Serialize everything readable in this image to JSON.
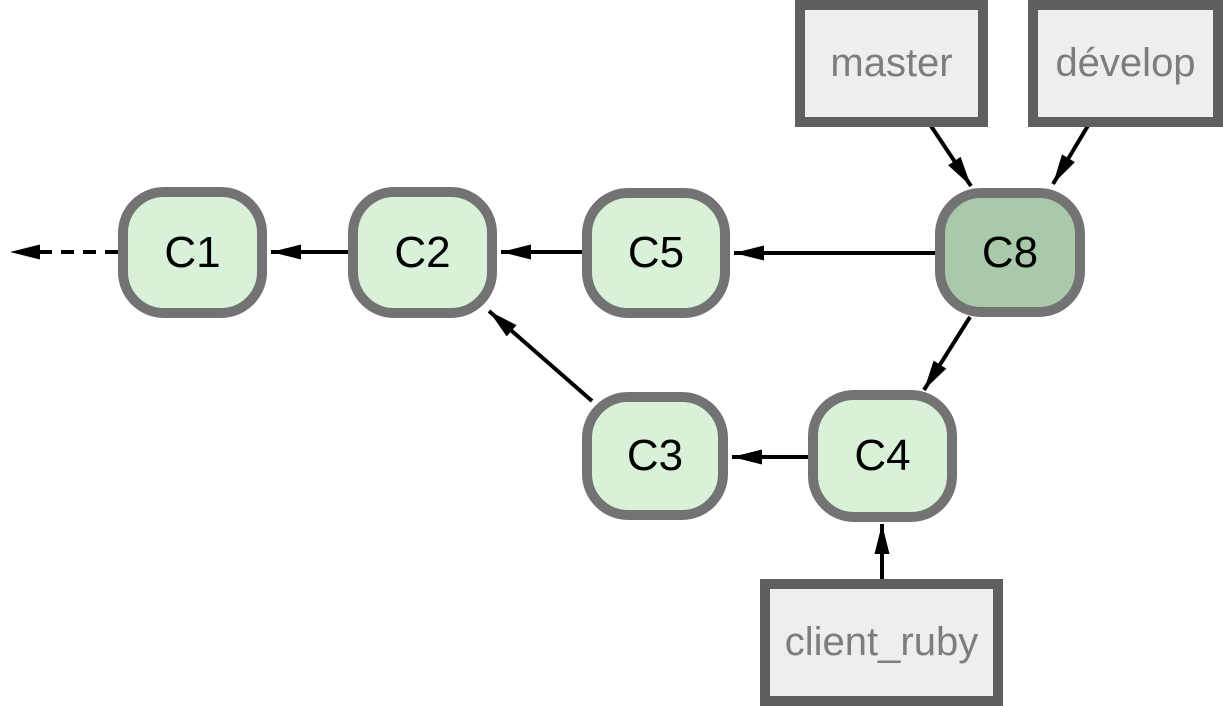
{
  "diagram": {
    "type": "git-commit-graph",
    "background": "#ffffff",
    "colors": {
      "background": "#ffffff",
      "commit_fill": "#d8f1d8",
      "commit_fill_highlight": "#aac8aa",
      "commit_border": "#737373",
      "commit_text": "#000000",
      "label_fill": "#eeeeee",
      "label_border": "#5f5f5f",
      "label_text": "#7d7d7d",
      "edge_color": "#000000"
    },
    "commits": [
      {
        "label": "C1",
        "highlight": false
      },
      {
        "label": "C2",
        "highlight": false
      },
      {
        "label": "C5",
        "highlight": false
      },
      {
        "label": "C8",
        "highlight": true
      },
      {
        "label": "C3",
        "highlight": false
      },
      {
        "label": "C4",
        "highlight": false
      }
    ],
    "branch_labels": [
      {
        "label": "master",
        "points_to": "C8"
      },
      {
        "label": "dévelop",
        "points_to": "C8"
      },
      {
        "label": "client_ruby",
        "points_to": "C4"
      }
    ],
    "edges": [
      {
        "from": "C1",
        "to": "earlier-history-offscreen-left",
        "style": "dashed"
      },
      {
        "from": "C2",
        "to": "C1",
        "style": "solid"
      },
      {
        "from": "C5",
        "to": "C2",
        "style": "solid"
      },
      {
        "from": "C8",
        "to": "C5",
        "style": "solid"
      },
      {
        "from": "C3",
        "to": "C2",
        "style": "solid"
      },
      {
        "from": "C4",
        "to": "C3",
        "style": "solid"
      },
      {
        "from": "C8",
        "to": "C4",
        "style": "solid"
      },
      {
        "from": "master",
        "to": "C8",
        "style": "solid"
      },
      {
        "from": "dévelop",
        "to": "C8",
        "style": "solid"
      },
      {
        "from": "client_ruby",
        "to": "C4",
        "style": "solid"
      }
    ]
  }
}
